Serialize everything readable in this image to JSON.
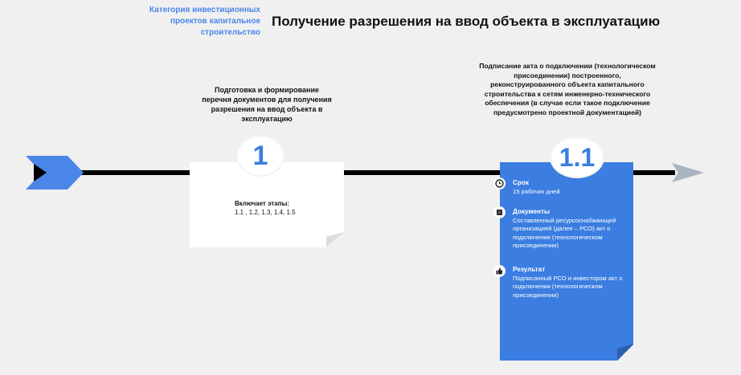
{
  "header": {
    "category": "Категория инвестиционных проектов капитальное строительство",
    "title": "Получение разрешения на ввод объекта в эксплуатацию"
  },
  "steps": [
    {
      "number": "1",
      "description": "Подготовка и формирование перечня документов для получения разрешения на ввод объекта в эксплуатацию",
      "includes_label": "Включает этапы:",
      "includes_value": "1.1 , 1.2, 1.3, 1.4, 1.5"
    },
    {
      "number": "1.1",
      "description": "Подписание акта о подключении (технологическом присоединении) построенного, реконструированного объекта капитального строительства к сетям инженерно-технического обеспечения (в случае если такое подключение предусмотрено проектной документацией)",
      "term_label": "Срок",
      "term_value": "15 рабочих дней",
      "documents_label": "Документы",
      "documents_value": "Составленный ресурсоснабжающей организацией (далее – РСО) акт о подключении (технологическом присоединении)",
      "result_label": "Результат",
      "result_value": "Подписанный РСО и инвестором акт о подключении (технологическом присоединении)"
    }
  ],
  "colors": {
    "accent": "#3b7de0",
    "category_text": "#4a86e8",
    "timeline": "#000000",
    "end_arrow": "#a9b4c0"
  },
  "icons": {
    "term": "clock-icon",
    "documents": "document-icon",
    "result": "thumbs-up-icon"
  }
}
